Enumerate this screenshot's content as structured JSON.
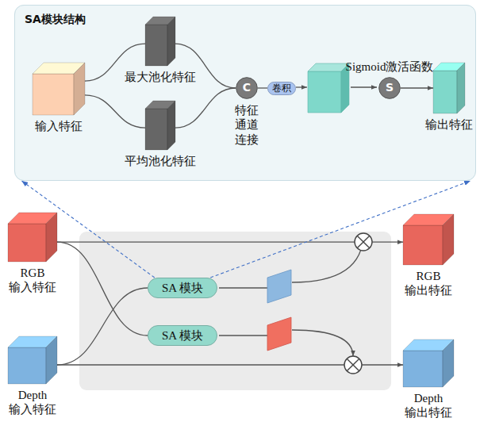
{
  "diagram": {
    "nodes": [
      {
        "text": [
          "SA模块结构"
        ]
      },
      {
        "text": [
          "输入特征"
        ],
        "in": 0
      },
      {
        "text": [
          "最大池化特征"
        ],
        "in": 0
      },
      {
        "text": [
          "平均池化特征"
        ],
        "in": 0
      },
      {
        "text": [
          "C",
          "特征 通道 连接"
        ],
        "in": 0
      },
      {
        "text": [
          "卷积"
        ],
        "in": 0
      },
      {
        "text": [
          "Sigmoid激活函数",
          "S"
        ],
        "in": 0
      },
      {
        "text": [
          "输出特征"
        ],
        "in": 0
      },
      {
        "text": [
          "RGB 输入特征"
        ]
      },
      {
        "text": [
          "SA 模块"
        ]
      },
      {
        "text": [
          "SA 模块"
        ]
      },
      {
        "text": [
          "Depth 输入特征"
        ]
      },
      {
        "text": [
          "RGB 输出特征"
        ]
      },
      {
        "text": [
          "Depth 输出特征"
        ]
      }
    ],
    "edges": [
      {
        "from": 1,
        "to": 2,
        "arrow": "none"
      },
      {
        "from": 1,
        "to": 3,
        "arrow": "none"
      },
      {
        "from": 2,
        "to": 4,
        "arrow": "none"
      },
      {
        "from": 3,
        "to": 4,
        "arrow": "none"
      },
      {
        "from": 4,
        "to": 5,
        "arrow": "none"
      },
      {
        "from": 6,
        "to": 7,
        "arrow": "to"
      },
      {
        "from": 11,
        "to": 9,
        "arrow": "none"
      },
      {
        "from": 8,
        "to": 10,
        "arrow": "none"
      },
      {
        "from": 8,
        "to": 12,
        "arrow": "to"
      },
      {
        "from": 11,
        "to": 13,
        "arrow": "to"
      },
      {
        "from": 9,
        "to": 0,
        "arrow": "to"
      },
      {
        "from": 9,
        "to": 0,
        "arrow": "to"
      }
    ]
  }
}
